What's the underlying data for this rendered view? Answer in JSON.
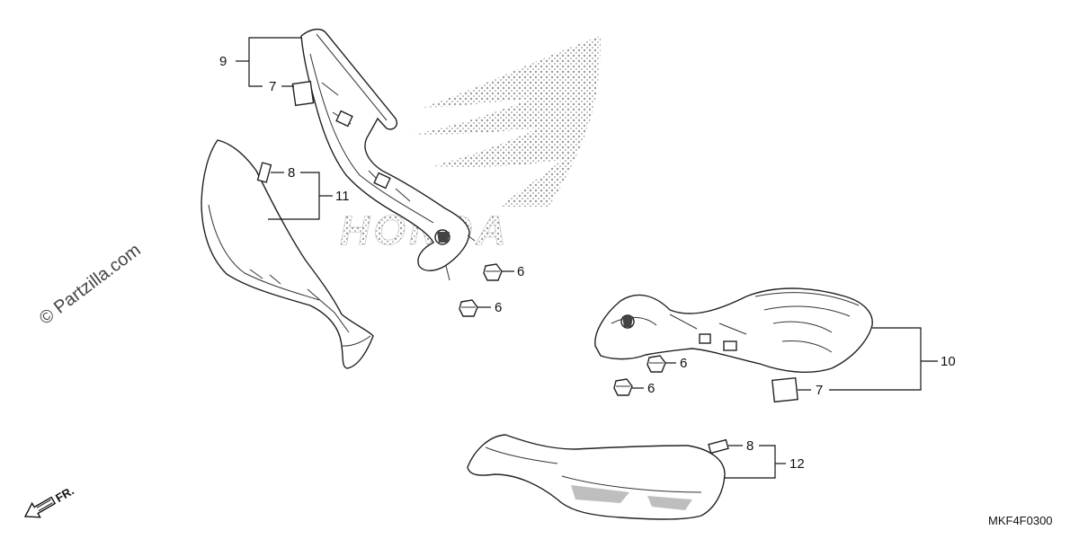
{
  "diagram": {
    "callouts": [
      {
        "id": "c9",
        "text": "9"
      },
      {
        "id": "c7a",
        "text": "7"
      },
      {
        "id": "c8a",
        "text": "8"
      },
      {
        "id": "c11",
        "text": "11"
      },
      {
        "id": "c6a",
        "text": "6"
      },
      {
        "id": "c6b",
        "text": "6"
      },
      {
        "id": "c10",
        "text": "10"
      },
      {
        "id": "c6c",
        "text": "6"
      },
      {
        "id": "c6d",
        "text": "6"
      },
      {
        "id": "c7b",
        "text": "7"
      },
      {
        "id": "c8b",
        "text": "8"
      },
      {
        "id": "c12",
        "text": "12"
      }
    ],
    "watermark": "© Partzilla.com",
    "brand_logo": "HONDA",
    "direction_label": "FR.",
    "diagram_code": "MKF4F0300"
  }
}
